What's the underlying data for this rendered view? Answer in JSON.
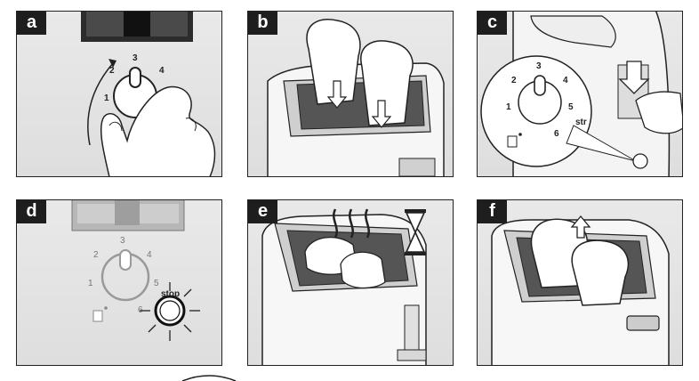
{
  "panels": [
    {
      "label": "a",
      "dial_numbers": [
        "1",
        "2",
        "3",
        "4"
      ]
    },
    {
      "label": "b"
    },
    {
      "label": "c",
      "dial_numbers": [
        "1",
        "2",
        "3",
        "4",
        "5",
        "6"
      ],
      "side_label": "str"
    },
    {
      "label": "d",
      "dial_numbers": [
        "1",
        "2",
        "3",
        "4",
        "5",
        "6"
      ],
      "side_label": "stop"
    },
    {
      "label": "e"
    },
    {
      "label": "f"
    }
  ]
}
